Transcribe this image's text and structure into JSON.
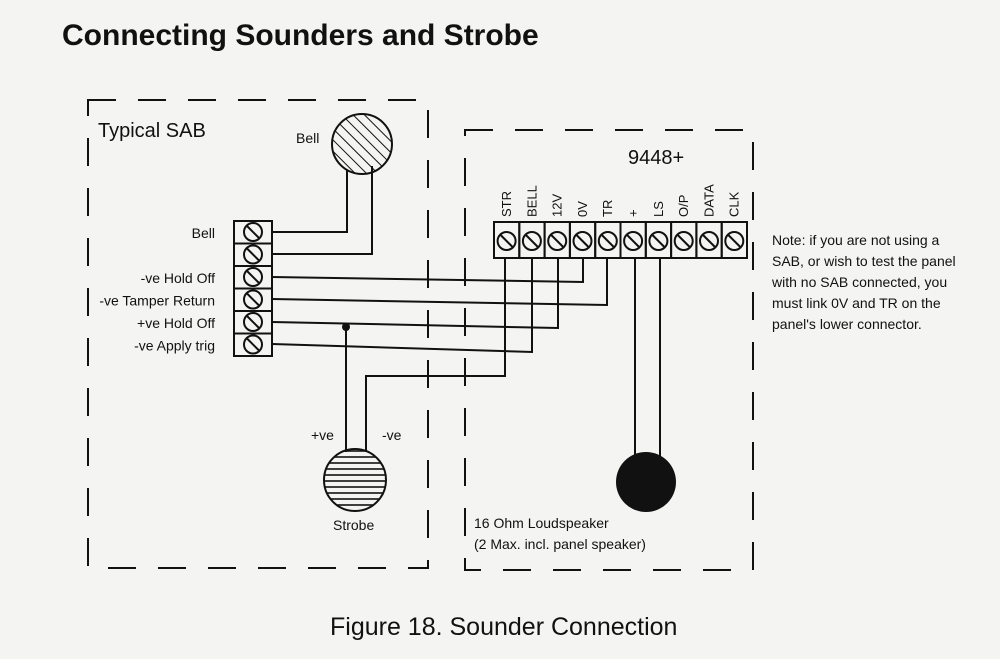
{
  "heading": "Connecting Sounders and Strobe",
  "sab": {
    "title": "Typical SAB",
    "bell_label": "Bell",
    "terminals": [
      "Bell",
      "",
      "-ve Hold Off",
      "-ve Tamper Return",
      "+ve Hold Off",
      "-ve Apply trig"
    ],
    "strobe_label": "Strobe",
    "plus_ve": "+ve",
    "minus_ve": "-ve"
  },
  "panel": {
    "title": "9448+",
    "terminals": [
      "STR",
      "BELL",
      "12V",
      "0V",
      "TR",
      "+",
      "LS",
      "O/P",
      "DATA",
      "CLK"
    ],
    "speaker_label_1": "16 Ohm Loudspeaker",
    "speaker_label_2": "(2 Max. incl. panel speaker)"
  },
  "note": [
    "Note:  if you are not using a",
    "SAB, or wish to test the panel",
    "with no SAB connected, you",
    "must link 0V and TR on the",
    "panel's lower connector."
  ],
  "caption": "Figure 18. Sounder Connection"
}
